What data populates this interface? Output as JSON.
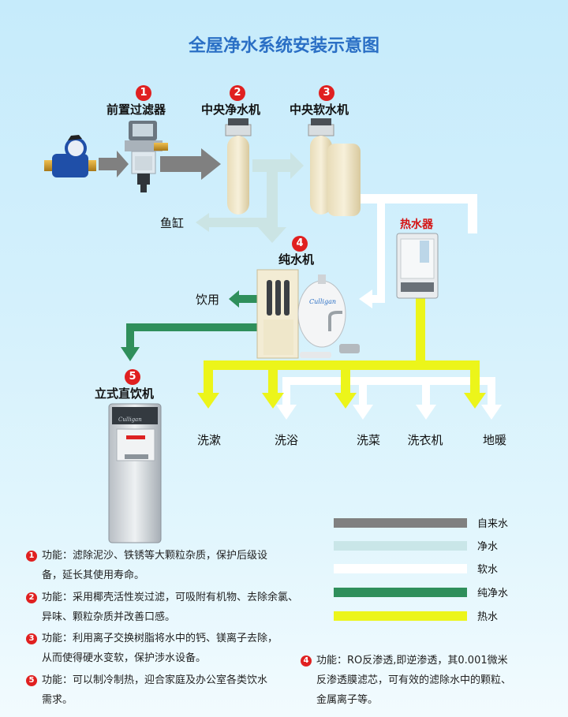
{
  "title": "全屋净水系统安装示意图",
  "devices": [
    {
      "num": "1",
      "label": "前置过滤器"
    },
    {
      "num": "2",
      "label": "中央净水机"
    },
    {
      "num": "3",
      "label": "中央软水机"
    },
    {
      "num": "4",
      "label": "纯水机"
    },
    {
      "num": "5",
      "label": "立式直饮机"
    }
  ],
  "heater_label": "热水器",
  "side_labels": {
    "fish": "鱼缸",
    "drink": "饮用"
  },
  "outlets": [
    "洗漱",
    "洗浴",
    "洗菜",
    "洗衣机",
    "地暖"
  ],
  "brand": "Culligan",
  "legend": [
    {
      "label": "自来水",
      "color": "#808080"
    },
    {
      "label": "净水",
      "color": "#c9e6e8"
    },
    {
      "label": "软水",
      "color": "#ffffff"
    },
    {
      "label": "纯净水",
      "color": "#2f8f5b"
    },
    {
      "label": "热水",
      "color": "#ecf51a"
    }
  ],
  "descriptions": [
    {
      "num": "1",
      "line1": "功能：滤除泥沙、铁锈等大颗粒杂质，保护后级设",
      "line2": "备，延长其使用寿命。"
    },
    {
      "num": "2",
      "line1": "功能：采用椰壳活性炭过滤，可吸附有机物、去除余氯、",
      "line2": "异味、颗粒杂质并改善口感。"
    },
    {
      "num": "3",
      "line1": "功能：利用离子交换树脂将水中的钙、镁离子去除，",
      "line2": "从而使得硬水变软，保护涉水设备。"
    },
    {
      "num": "5",
      "line1": "功能：可以制冷制热，迎合家庭及办公室各类饮水",
      "line2": "需求。"
    },
    {
      "num": "4",
      "line1": "功能：RO反渗透,即逆渗透，其0.001微米",
      "line2": "反渗透膜滤芯，可有效的滤除水中的颗粒、",
      "line3": "金属离子等。"
    }
  ]
}
